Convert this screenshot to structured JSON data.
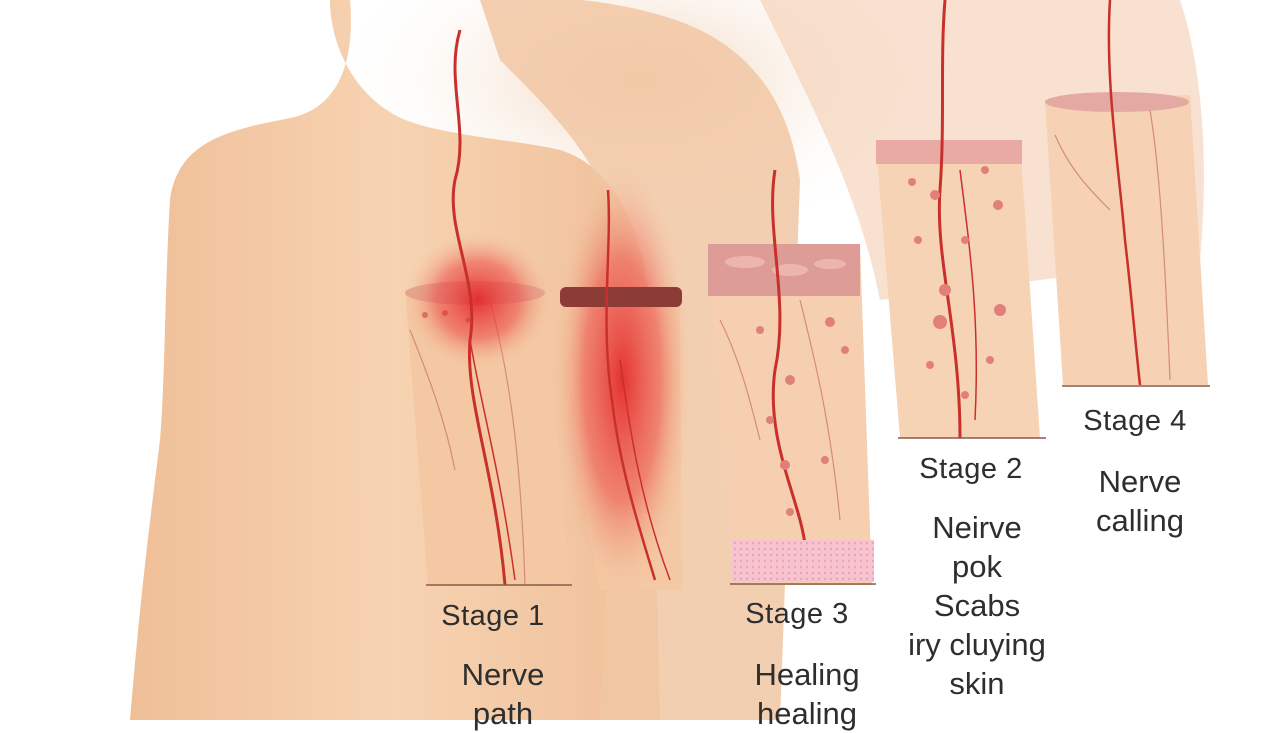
{
  "colors": {
    "skin": "#f4c9a4",
    "skin_shadow": "#e9b48c",
    "nerve": "#c9302c",
    "inflammation": "#e8282b",
    "scab": "#d98a86",
    "healed_band": "#f2b6c4",
    "text": "#2e2e2e"
  },
  "stages": [
    {
      "id": "stage1",
      "title": "Stage 1",
      "caption": "Nerve\npath"
    },
    {
      "id": "stage3",
      "title": "Stage 3",
      "caption": "Healing\nhealing"
    },
    {
      "id": "stage2",
      "title": "Stage 2",
      "caption": "Neirve\npok\nScabs\niry cluying\nskin"
    },
    {
      "id": "stage4",
      "title": "Stage 4",
      "caption": "Nerve\ncalling"
    }
  ]
}
